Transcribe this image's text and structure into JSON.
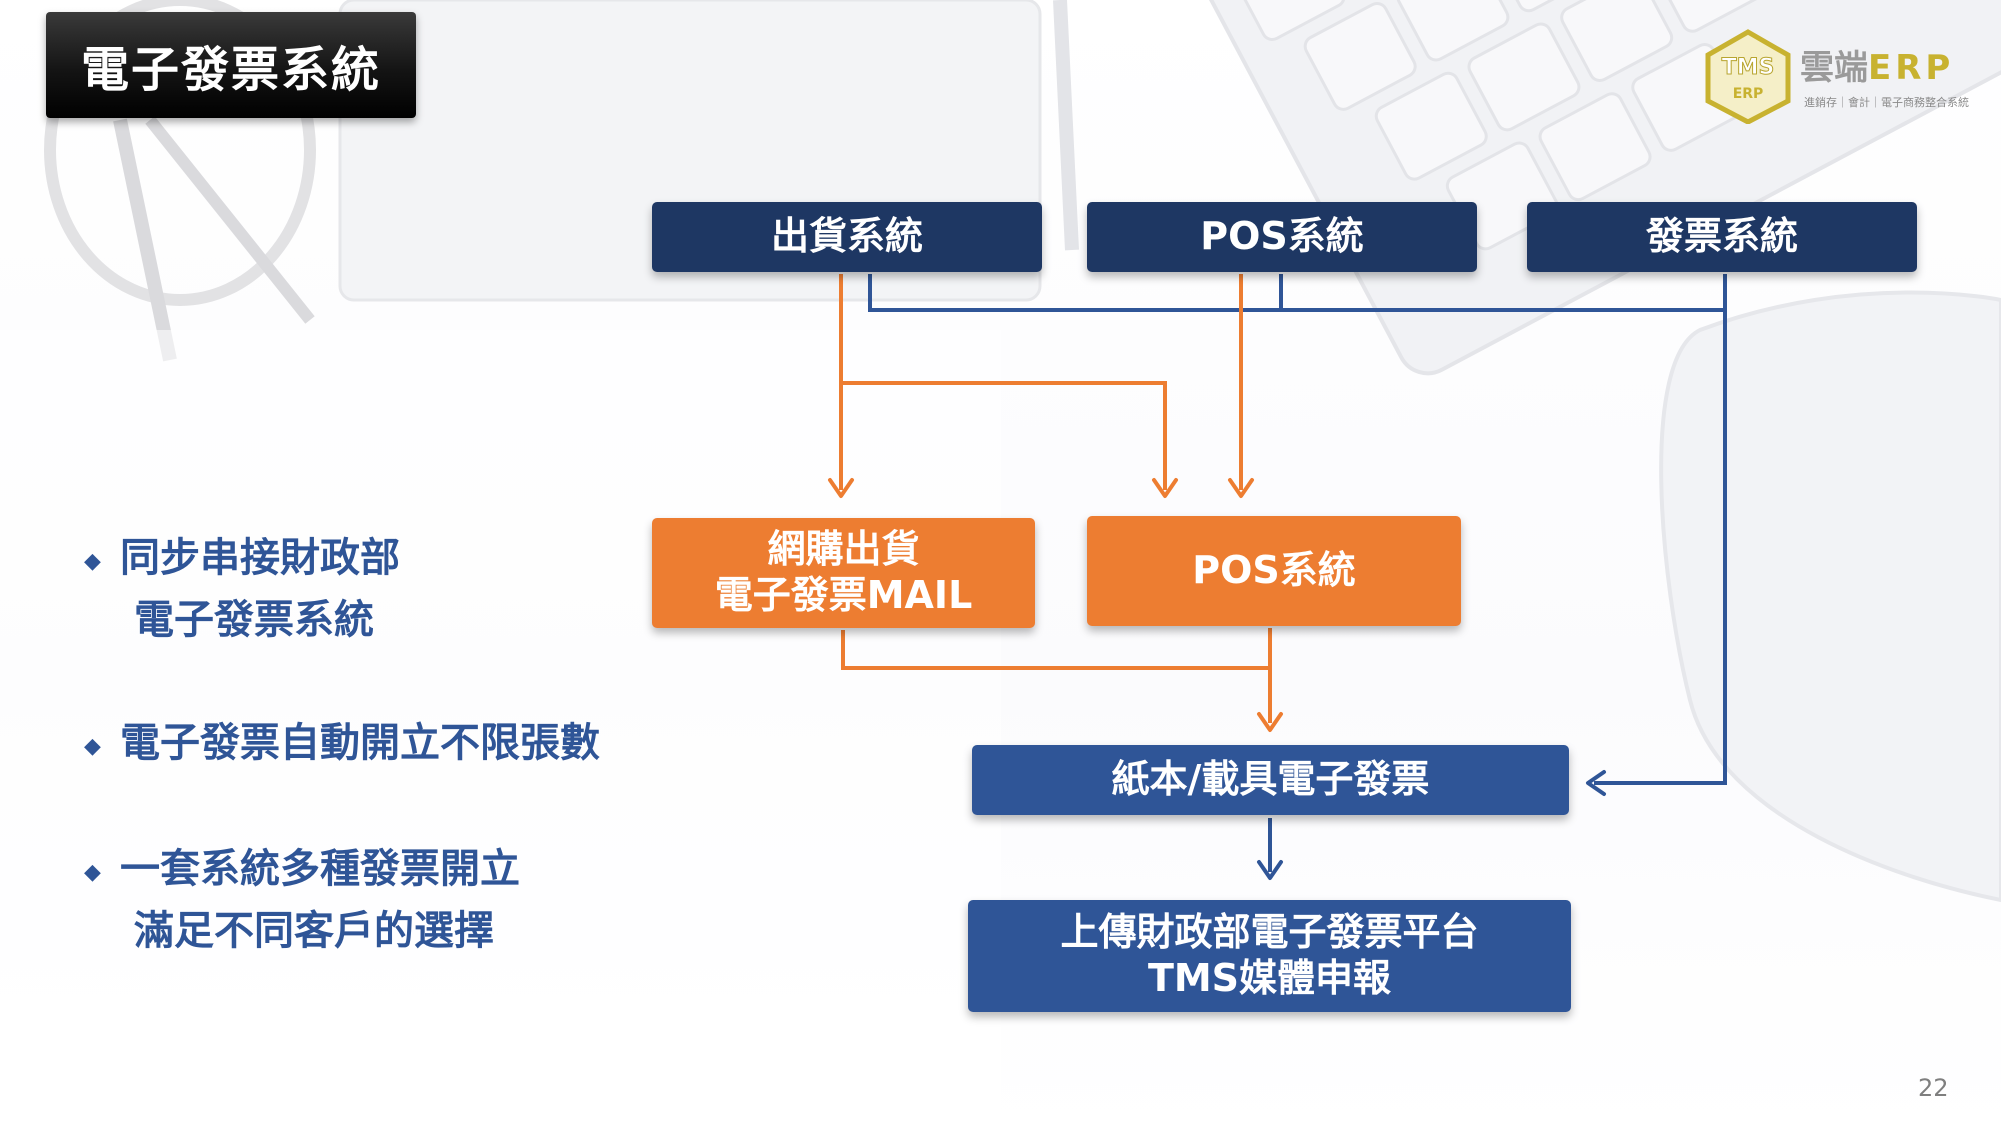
{
  "slide": {
    "title": "電子發票系統",
    "page_number": "22"
  },
  "logo": {
    "badge_top": "TMS",
    "badge_bottom": "ERP",
    "name_cn": "雲端",
    "name_en": "ERP",
    "tagline": "進銷存｜會計｜電子商務整合系統"
  },
  "diagram": {
    "sources": [
      {
        "label": "出貨系統"
      },
      {
        "label": "POS系統"
      },
      {
        "label": "發票系統"
      }
    ],
    "processes": [
      {
        "line1": "網購出貨",
        "line2": "電子發票MAIL"
      },
      {
        "label": "POS系統"
      }
    ],
    "invoice": {
      "label": "紙本/載具電子發票"
    },
    "upload": {
      "line1": "上傳財政部電子發票平台",
      "line2": "TMS媒體申報"
    },
    "colors": {
      "dark_blue": "#1e3763",
      "blue": "#2f5597",
      "orange": "#ed7d31"
    }
  },
  "bullets": [
    {
      "line1": "同步串接財政部",
      "line2": "電子發票系統"
    },
    {
      "line1": "電子發票自動開立不限張數"
    },
    {
      "line1": "一套系統多種發票開立",
      "line2": "滿足不同客戶的選擇"
    }
  ]
}
